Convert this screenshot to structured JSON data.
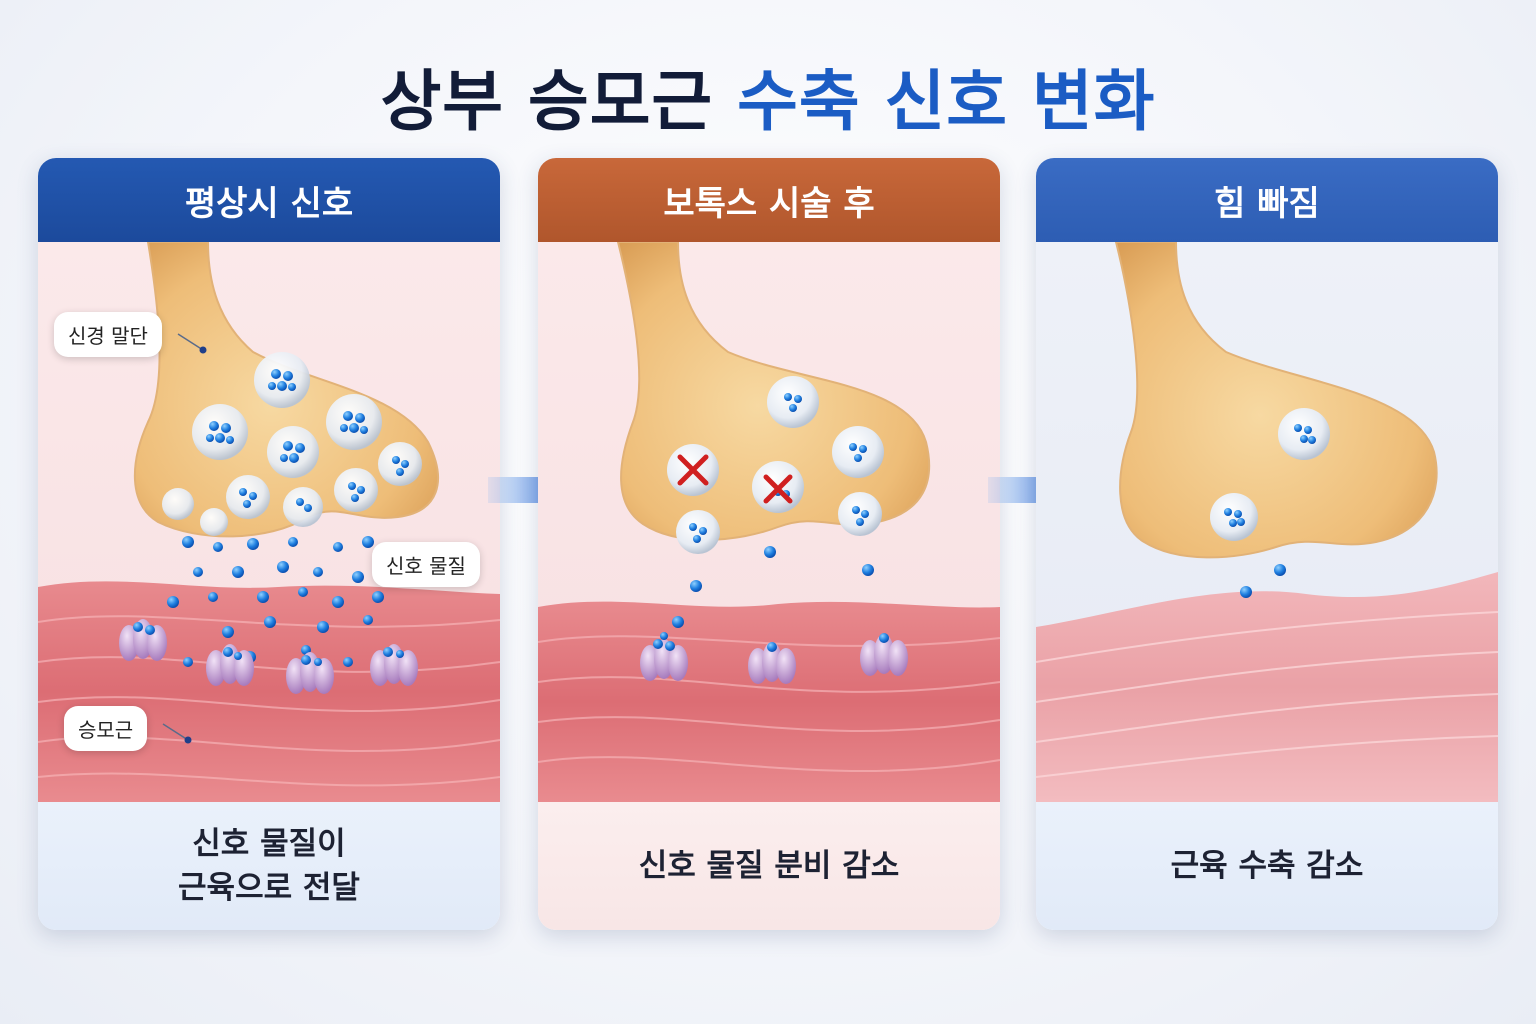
{
  "title": {
    "part1": "상부 승모근",
    "part2": "수축 신호 변화"
  },
  "panels": [
    {
      "header": "평상시 신호",
      "caption_line1": "신호 물질이",
      "caption_line2": "근육으로 전달",
      "labels": {
        "nerve": "신경 말단",
        "signal": "신호 물질",
        "muscle": "승모근"
      }
    },
    {
      "header": "보톡스 시술 후",
      "caption_line1": "신호 물질 분비 감소"
    },
    {
      "header": "힘 빠짐",
      "caption_line1": "근육 수축 감소"
    }
  ],
  "colors": {
    "title_dark": "#121c38",
    "title_blue": "#1b5cc4",
    "header_blue": "#1c4a9c",
    "header_orange": "#b0562c",
    "blocked_mark": "#d02020"
  }
}
